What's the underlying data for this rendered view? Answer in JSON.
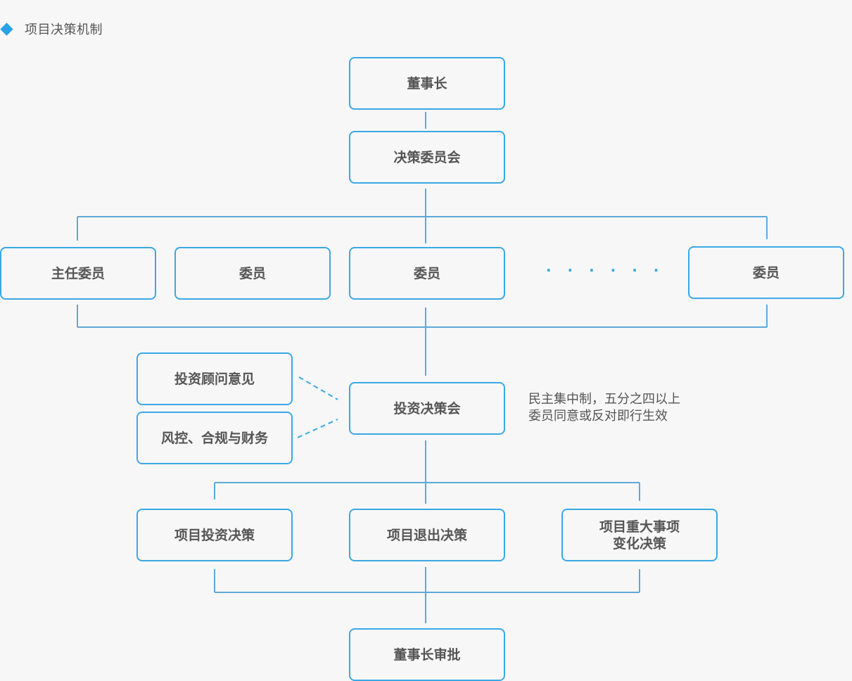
{
  "header": {
    "title": "项目决策机制"
  },
  "nodes": {
    "chairman": "董事长",
    "committee": "决策委员会",
    "director": "主任委员",
    "member1": "委员",
    "member2": "委员",
    "member3": "委员",
    "advisor": "投资顾问意见",
    "risk": "风控、合规与财务",
    "meeting": "投资决策会",
    "invest": "项目投资决策",
    "exit": "项目退出决策",
    "major_line1": "项目重大事项",
    "major_line2": "变化决策",
    "approval": "董事长审批"
  },
  "ellipsis": "· · · · · ·",
  "note": {
    "line1": "民主集中制，五分之四以上",
    "line2": "委员同意或反对即行生效"
  },
  "colors": {
    "accent": "#3aa8e4",
    "text": "#555555",
    "background": "#f7f7f7"
  }
}
